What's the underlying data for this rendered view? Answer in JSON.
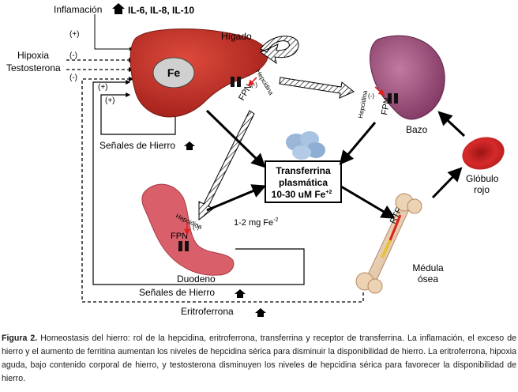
{
  "diagram": {
    "top_left": {
      "label": "Inflamación",
      "cytokines": "IL-6, IL-8, IL-10"
    },
    "left_inputs": {
      "hypoxia": "Hipoxia",
      "testosterone": "Testosterona"
    },
    "signs": {
      "plus": "(+)",
      "minus": "(-)"
    },
    "organs": {
      "liver": "Hígado",
      "fe": "Fe",
      "spleen": "Bazo",
      "duodenum": "Duodeno",
      "rbc": "Glóbulo rojo",
      "marrow": "Médula ósea"
    },
    "labels": {
      "hepcidina": "Hepcidina",
      "fpn": "FPN",
      "rtf": "RTF",
      "iron_signals_liver": "Señales de Hierro",
      "iron_signals_bottom": "Señales de Hierro",
      "erythroferrone": "Eritroferrona",
      "duodenum_rate": "1-2 mg Fe",
      "duodenum_rate_exp": "-2"
    },
    "transferrin_box": {
      "line1": "Transferrina",
      "line2": "plasmática",
      "line3": "10-30 uM Fe",
      "line3_exp": "+2"
    }
  },
  "caption": {
    "label": "Figura 2.",
    "text": " Homeostasis del hierro: rol de la hepcidina, eritroferrona, transferrina y receptor de transferrina. La inflamación, el exceso de hierro y el aumento de ferritina aumentan los niveles de hepcidina sérica para disminuir la disponibilidad de hierro. La eritroferrona, hipoxia aguda, bajo contenido corporal de hierro, y testosterona disminuyen los niveles de hepcidina sérica para favorecer la disponibilidad de hierro."
  },
  "colors": {
    "liver": "#c8322a",
    "liver_dark": "#8f1d18",
    "spleen": "#9b4a76",
    "duodenum": "#d9606a",
    "rbc": "#c41d1d",
    "inhibit_arrow": "#e0201a"
  }
}
